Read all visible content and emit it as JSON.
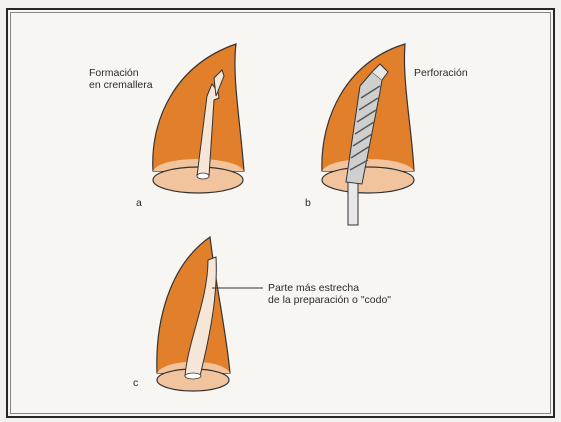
{
  "labels": {
    "a": "a",
    "b": "b",
    "c": "c",
    "formacion_line1": "Formación",
    "formacion_line2": "en cremallera",
    "perforacion": "Perforación",
    "codo_line1": "Parte más estrecha",
    "codo_line2": "de la preparación o \"codo\""
  },
  "colors": {
    "root": "#e27f2a",
    "root_inner": "#f2c49e",
    "canal": "#f6e6d8",
    "outline": "#333333",
    "instrument": "#e8e8e8"
  }
}
